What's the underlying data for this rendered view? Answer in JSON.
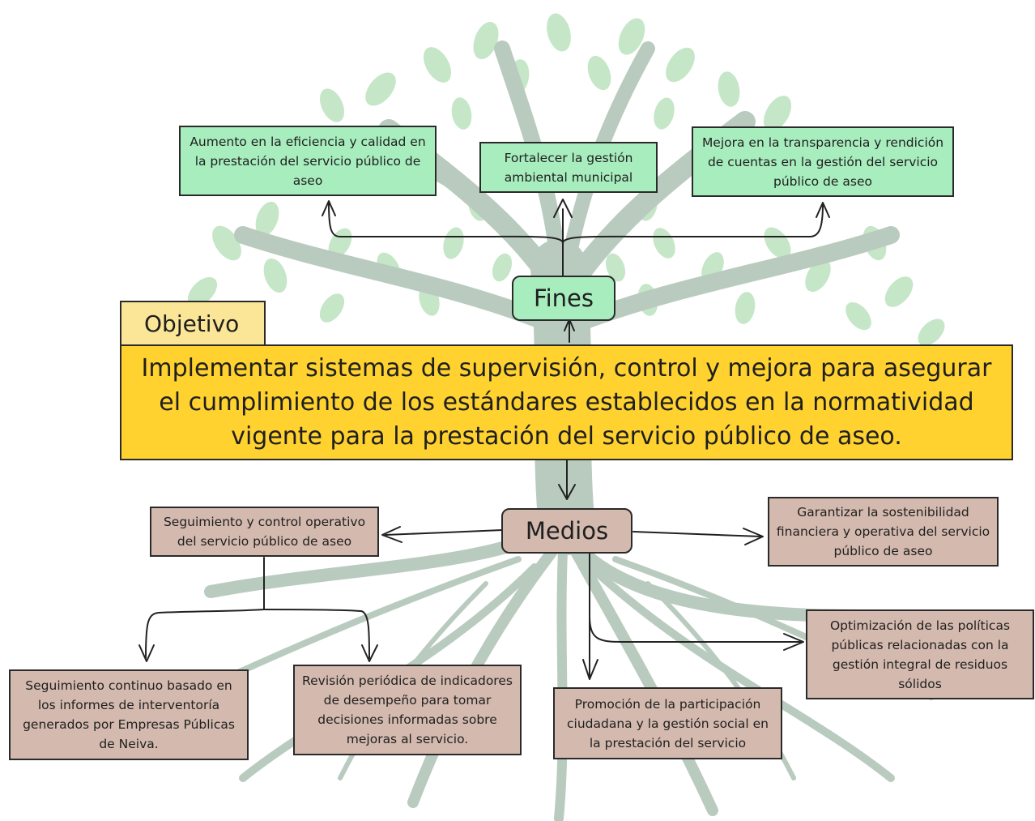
{
  "fines": {
    "label": "Fines",
    "items": [
      "Aumento en la eficiencia y calidad en la prestación del servicio público de aseo",
      "Fortalecer la gestión ambiental municipal",
      "Mejora en la transparencia y rendición de cuentas en la gestión del servicio público de aseo"
    ]
  },
  "objetivo": {
    "label": "Objetivo",
    "text": "Implementar sistemas de supervisión, control y mejora para asegurar el cumplimiento de los estándares establecidos en la normatividad vigente para la prestación del servicio público de aseo."
  },
  "medios": {
    "label": "Medios",
    "items": [
      "Seguimiento y control operativo del servicio público de aseo",
      "Garantizar la sostenibilidad financiera y operativa del servicio público de aseo",
      "Optimización de las políticas públicas relacionadas con la gestión integral de residuos sólidos",
      "Promoción de la participación ciudadana y la gestión social en la prestación del servicio"
    ],
    "sub_items": [
      "Seguimiento continuo basado en los informes de interventoría generados por Empresas Públicas de Neiva.",
      "Revisión periódica de indicadores de desempeño para tomar decisiones informadas sobre mejoras al servicio."
    ]
  },
  "colors": {
    "fines_box": "#a8edbe",
    "medios_box": "#d3b9ae",
    "objetivo_label": "#fbe698",
    "objetivo_box": "#ffd230",
    "tree": "#b9cbbf",
    "leaves": "#c6e6c8"
  }
}
